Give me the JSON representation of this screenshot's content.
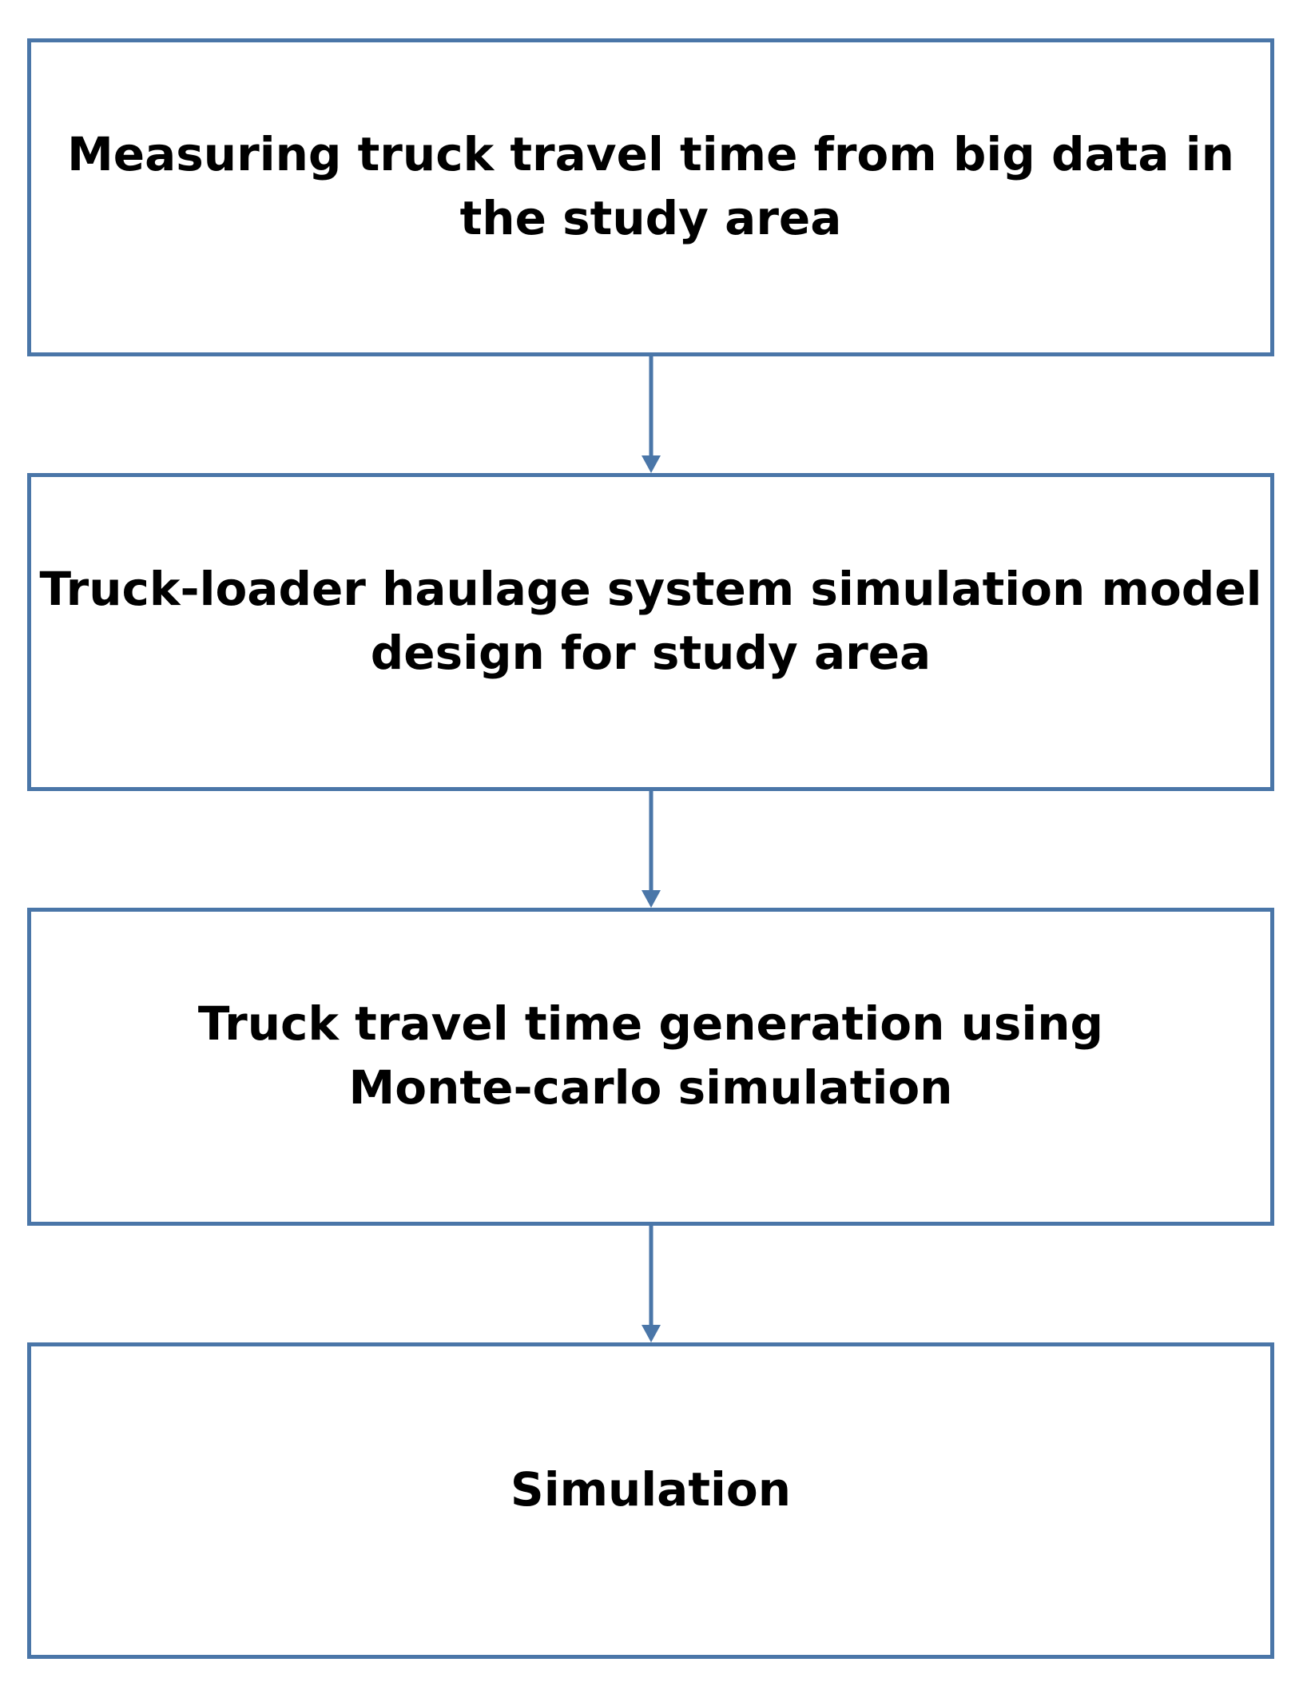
{
  "flowchart": {
    "steps": [
      {
        "line1": "Measuring truck travel time from big data in",
        "line2": "the study area"
      },
      {
        "line1": "Truck-loader haulage system simulation model",
        "line2": "design for study area"
      },
      {
        "line1": "Truck travel time generation using",
        "line2": "Monte-carlo simulation"
      },
      {
        "line1": "Simulation",
        "line2": ""
      }
    ],
    "colors": {
      "border": "#4a76a8",
      "arrow": "#4a76a8",
      "text": "#000000"
    }
  }
}
